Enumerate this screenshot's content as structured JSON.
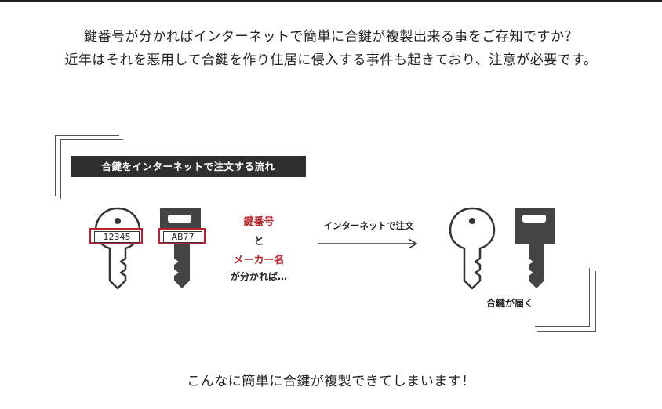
{
  "intro": {
    "line1": "鍵番号が分かればインターネットで簡単に合鍵が複製出来る事をご存知ですか？",
    "line2": "近年はそれを悪用して合鍵を作り住居に侵入する事件も起きており、注意が必要です。"
  },
  "diagram": {
    "title": "合鍵をインターネットで注文する流れ",
    "key1_number": "12345",
    "key2_number": "AB77",
    "middle_line1": "鍵番号",
    "middle_line2": "と",
    "middle_line3": "メーカー名",
    "middle_line4": "が分かれば…",
    "arrow_label": "インターネットで注文",
    "result_label": "合鍵が届く"
  },
  "conclusion": "こんなに簡単に合鍵が複製できてしまいます！",
  "colors": {
    "accent": "#b5262c",
    "dark": "#2f2f2f",
    "key_fill": "#444444"
  }
}
